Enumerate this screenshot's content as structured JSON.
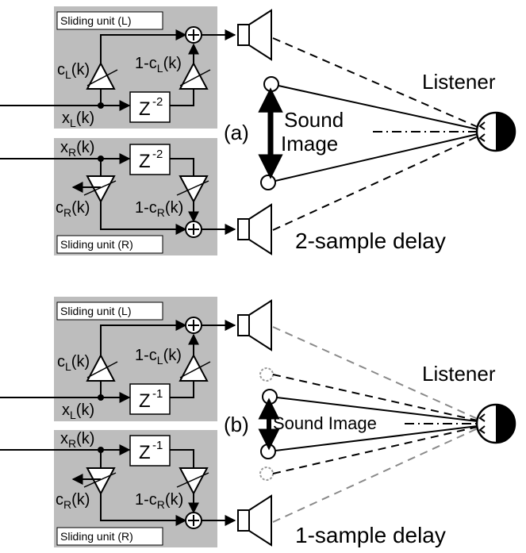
{
  "panels": [
    {
      "id": "a",
      "label": "(a)",
      "sliding_unit_L": "Sliding unit (L)",
      "sliding_unit_R": "Sliding unit (R)",
      "gain_L": {
        "c": "c",
        "sub": "L",
        "arg": "(k)"
      },
      "gain_L_comp": {
        "pre": "1-c",
        "sub": "L",
        "arg": "(k)"
      },
      "gain_R": {
        "c": "c",
        "sub": "R",
        "arg": "(k)"
      },
      "gain_R_comp": {
        "pre": "1-c",
        "sub": "R",
        "arg": "(k)"
      },
      "input_L": {
        "x": "x",
        "sub": "L",
        "arg": "(k)"
      },
      "input_R": {
        "x": "x",
        "sub": "R",
        "arg": "(k)"
      },
      "delay": {
        "z": "Z",
        "exp": "-2"
      },
      "sound_image": [
        "Sound",
        "Image"
      ],
      "listener": "Listener",
      "caption": "2-sample delay"
    },
    {
      "id": "b",
      "label": "(b)",
      "sliding_unit_L": "Sliding unit (L)",
      "sliding_unit_R": "Sliding unit (R)",
      "gain_L": {
        "c": "c",
        "sub": "L",
        "arg": "(k)"
      },
      "gain_L_comp": {
        "pre": "1-c",
        "sub": "L",
        "arg": "(k)"
      },
      "gain_R": {
        "c": "c",
        "sub": "R",
        "arg": "(k)"
      },
      "gain_R_comp": {
        "pre": "1-c",
        "sub": "R",
        "arg": "(k)"
      },
      "input_L": {
        "x": "x",
        "sub": "L",
        "arg": "(k)"
      },
      "input_R": {
        "x": "x",
        "sub": "R",
        "arg": "(k)"
      },
      "delay": {
        "z": "Z",
        "exp": "-1"
      },
      "sound_image": "Sound Image",
      "listener": "Listener",
      "caption": "1-sample delay"
    }
  ],
  "colors": {
    "unit_background": "#bdbdbd",
    "line": "#000000",
    "secondary_line": "#8a8a8a",
    "ghost_circle": "#9a9a9a"
  },
  "icons": [
    "speaker-icon",
    "adder-icon",
    "amplifier-icon",
    "listener-head-icon",
    "delay-block"
  ]
}
